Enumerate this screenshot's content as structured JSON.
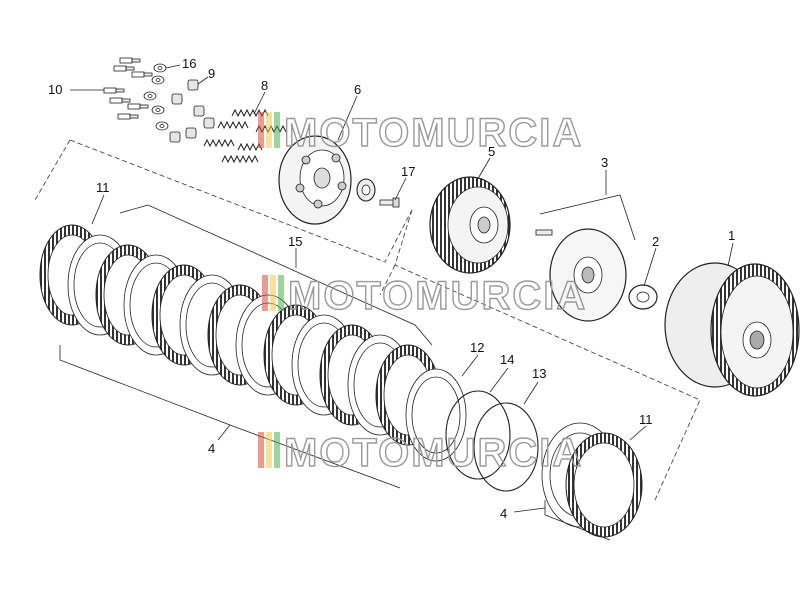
{
  "diagram": {
    "watermark_text": "MOTOMURCIA",
    "watermark_stripe_colors": [
      "#d94a3a",
      "#f2c94c",
      "#4caf50"
    ],
    "callouts": [
      {
        "id": "c1",
        "label": "1"
      },
      {
        "id": "c2",
        "label": "2"
      },
      {
        "id": "c3",
        "label": "3"
      },
      {
        "id": "c4a",
        "label": "4"
      },
      {
        "id": "c4b",
        "label": "4"
      },
      {
        "id": "c5",
        "label": "5"
      },
      {
        "id": "c6",
        "label": "6"
      },
      {
        "id": "c8",
        "label": "8"
      },
      {
        "id": "c9",
        "label": "9"
      },
      {
        "id": "c10",
        "label": "10"
      },
      {
        "id": "c11a",
        "label": "11"
      },
      {
        "id": "c11b",
        "label": "11"
      },
      {
        "id": "c12",
        "label": "12"
      },
      {
        "id": "c13",
        "label": "13"
      },
      {
        "id": "c14",
        "label": "14"
      },
      {
        "id": "c15",
        "label": "15"
      },
      {
        "id": "c16",
        "label": "16"
      },
      {
        "id": "c17",
        "label": "17"
      }
    ]
  }
}
